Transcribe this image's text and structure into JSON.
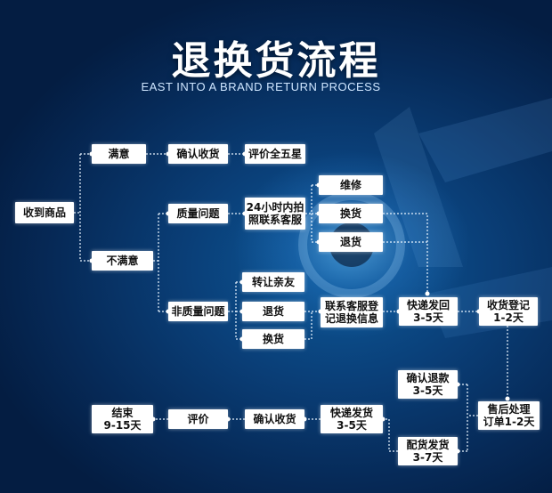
{
  "header": {
    "title": "退换货流程",
    "subtitle": "EAST INTO A BRAND RETURN PROCESS"
  },
  "colors": {
    "line": "#e8f4ff",
    "box_bg": "#ffffff",
    "box_text": "#111111"
  },
  "nodes": {
    "receive": "收到商品",
    "satisfied": "满意",
    "confirm_receipt_top": "确认收货",
    "rate_five_stars": "评价全五星",
    "unsatisfied": "不满意",
    "quality_issue": "质量问题",
    "contact_24h": "24小时内拍\n照联系客服",
    "repair": "维修",
    "exchange_quality": "换货",
    "return_quality": "退货",
    "non_quality_issue": "非质量问题",
    "transfer_friend": "转让亲友",
    "return_non_quality": "退货",
    "exchange_non_quality": "换货",
    "contact_register": "联系客服登\n记退换信息",
    "express_return": "快递发回\n3-5天",
    "receipt_register": "收货登记\n1-2天",
    "after_sales": "售后处理\n订单1-2天",
    "confirm_refund": "确认退款\n3-5天",
    "ship_replacement": "配货发货\n3-7天",
    "express_ship": "快递发货\n3-5天",
    "confirm_receipt_bottom": "确认收货",
    "evaluate": "评价",
    "end": "结束\n9-15天"
  }
}
